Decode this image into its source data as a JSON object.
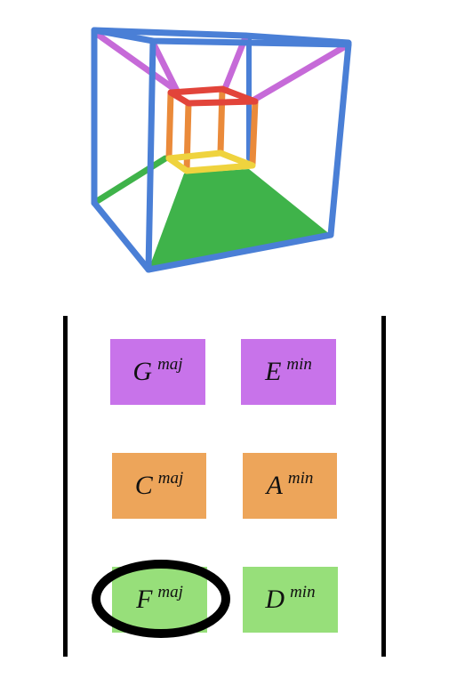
{
  "colors": {
    "edge_blue": "#4a7fd6",
    "edge_purple": "#c66ad8",
    "edge_red": "#e2443a",
    "edge_orange": "#ea8a3a",
    "edge_yellow": "#efd33e",
    "face_green": "#3fb34a",
    "tile_purple": "#c873ea",
    "tile_orange": "#eda55a",
    "tile_green": "#97df7a",
    "highlight_ring": "#000000"
  },
  "chords": [
    {
      "id": "g-maj",
      "root": "G",
      "quality": "maj",
      "color": "#c873ea"
    },
    {
      "id": "e-min",
      "root": "E",
      "quality": "min",
      "color": "#c873ea"
    },
    {
      "id": "c-maj",
      "root": "C",
      "quality": "maj",
      "color": "#eda55a"
    },
    {
      "id": "a-min",
      "root": "A",
      "quality": "min",
      "color": "#eda55a"
    },
    {
      "id": "f-maj",
      "root": "F",
      "quality": "maj",
      "color": "#97df7a",
      "selected": true
    },
    {
      "id": "d-min",
      "root": "D",
      "quality": "min",
      "color": "#97df7a"
    }
  ]
}
